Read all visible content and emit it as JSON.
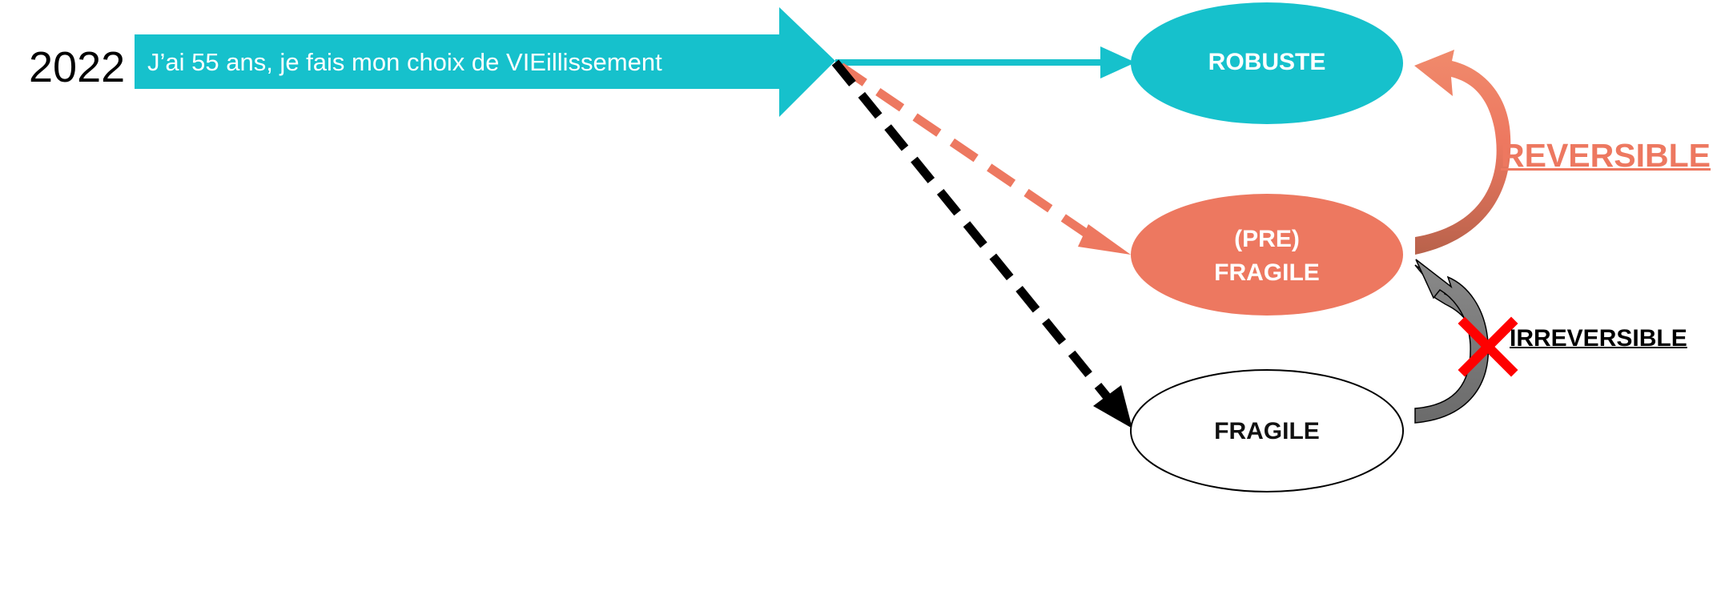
{
  "year": "2022",
  "banner": {
    "text": "J’ai 55 ans, je fais mon choix de VIEillissement",
    "color": "#16c1cc"
  },
  "nodes": {
    "robuste": {
      "label": "ROBUSTE",
      "fill": "#16c1cc"
    },
    "prefragile": {
      "label_line1": "(PRE)",
      "label_line2": "FRAGILE",
      "fill": "#ed7860"
    },
    "fragile": {
      "label": "FRAGILE",
      "fill": "#ffffff"
    }
  },
  "transitions": {
    "reversible": {
      "label": "REVERSIBLE",
      "color": "#ed7860"
    },
    "irreversible": {
      "label": "IRREVERSIBLE",
      "color": "#7a7a7a",
      "blocked_marker": "x-mark",
      "blocked_color": "#ff0000"
    }
  }
}
